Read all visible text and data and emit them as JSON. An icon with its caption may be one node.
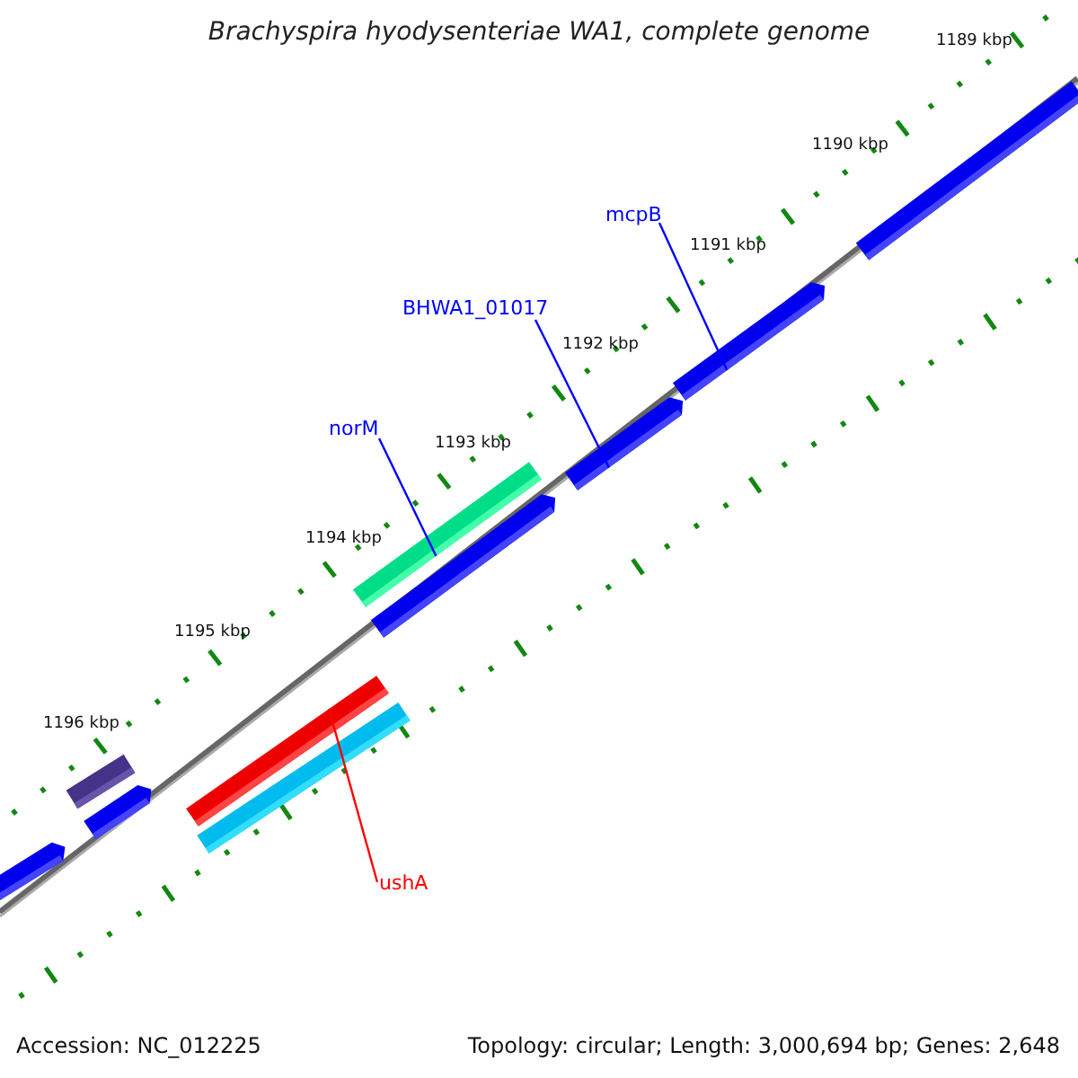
{
  "diagram": {
    "title": "Brachyspira hyodysenteriae WA1, complete genome",
    "nodes": [
      {
        "text": [
          "mcpB"
        ]
      },
      {
        "text": [
          "BHWA1_01017"
        ]
      },
      {
        "text": [
          "norM"
        ]
      },
      {
        "text": [
          "ushA"
        ]
      },
      {
        "text": [],
        "shape": "bar"
      },
      {
        "text": [],
        "shape": "bar"
      },
      {
        "text": [],
        "shape": "bar"
      },
      {
        "text": [],
        "shape": "bar"
      }
    ],
    "edges": [
      {
        "from": 0,
        "to": 4,
        "arrow": "none"
      },
      {
        "from": 1,
        "to": 5,
        "arrow": "none"
      },
      {
        "from": 2,
        "to": 6,
        "arrow": "none"
      },
      {
        "from": 3,
        "to": 7,
        "arrow": "none",
        "color": "#ff0000"
      }
    ],
    "labels": [
      "1189 kbp",
      "1190 kbp",
      "1191 kbp",
      "1192 kbp",
      "1193 kbp",
      "1194 kbp",
      "1195 kbp",
      "1196 kbp",
      "Accession: NC_012225",
      "Topology: circular; Length: 3,000,694 bp; Genes: 2,648"
    ]
  }
}
